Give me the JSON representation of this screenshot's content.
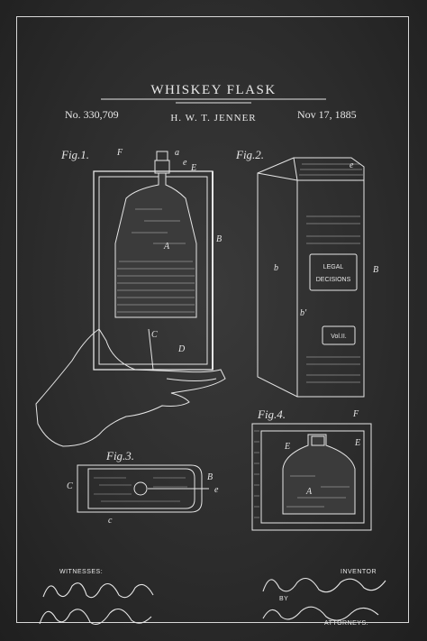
{
  "title": "WHISKEY FLASK",
  "inventor_name": "H. W. T. JENNER",
  "patent_number": "No. 330,709",
  "patent_date": "Nov 17, 1885",
  "figures": {
    "fig1": {
      "label": "Fig.1.",
      "parts": [
        "F",
        "a",
        "e",
        "E",
        "A",
        "B",
        "C",
        "D"
      ]
    },
    "fig2": {
      "label": "Fig.2.",
      "parts": [
        "e",
        "b",
        "B",
        "b'"
      ],
      "spine_text": [
        "LEGAL",
        "DECISIONS",
        "Vol.II."
      ]
    },
    "fig3": {
      "label": "Fig.3.",
      "parts": [
        "C",
        "B",
        "e",
        "c"
      ]
    },
    "fig4": {
      "label": "Fig.4.",
      "parts": [
        "F",
        "E",
        "E",
        "A"
      ]
    }
  },
  "footer": {
    "witnesses_label": "WITNESSES:",
    "inventor_label": "INVENTOR",
    "by_label": "BY",
    "attorneys_label": "ATTORNEYS."
  },
  "colors": {
    "background": "#2c2c2c",
    "ink": "#e9e9e9"
  }
}
